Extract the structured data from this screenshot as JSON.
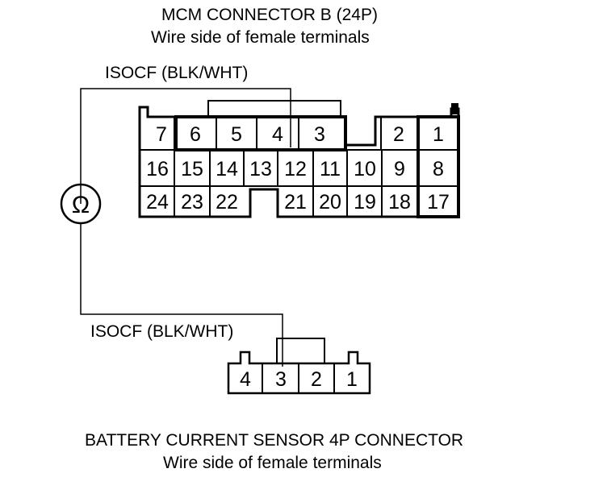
{
  "mcm_connector": {
    "title": "MCM CONNECTOR B (24P)",
    "subtitle": "Wire side of female terminals",
    "wire_label": "ISOCF (BLK/WHT)",
    "pins": {
      "p1": "1",
      "p2": "2",
      "p3": "3",
      "p4": "4",
      "p5": "5",
      "p6": "6",
      "p7": "7",
      "p8": "8",
      "p9": "9",
      "p10": "10",
      "p11": "11",
      "p12": "12",
      "p13": "13",
      "p14": "14",
      "p15": "15",
      "p16": "16",
      "p17": "17",
      "p18": "18",
      "p19": "19",
      "p21": "21",
      "p22": "22",
      "p23": "23",
      "p24": "24"
    }
  },
  "sensor_connector": {
    "title": "BATTERY CURRENT SENSOR 4P CONNECTOR",
    "subtitle": "Wire side of female terminals",
    "wire_label": "ISOCF (BLK/WHT)",
    "pins": {
      "p1": "1",
      "p2": "2",
      "p3": "3",
      "p4": "4"
    }
  },
  "ohmmeter": {
    "symbol": "Ω"
  }
}
